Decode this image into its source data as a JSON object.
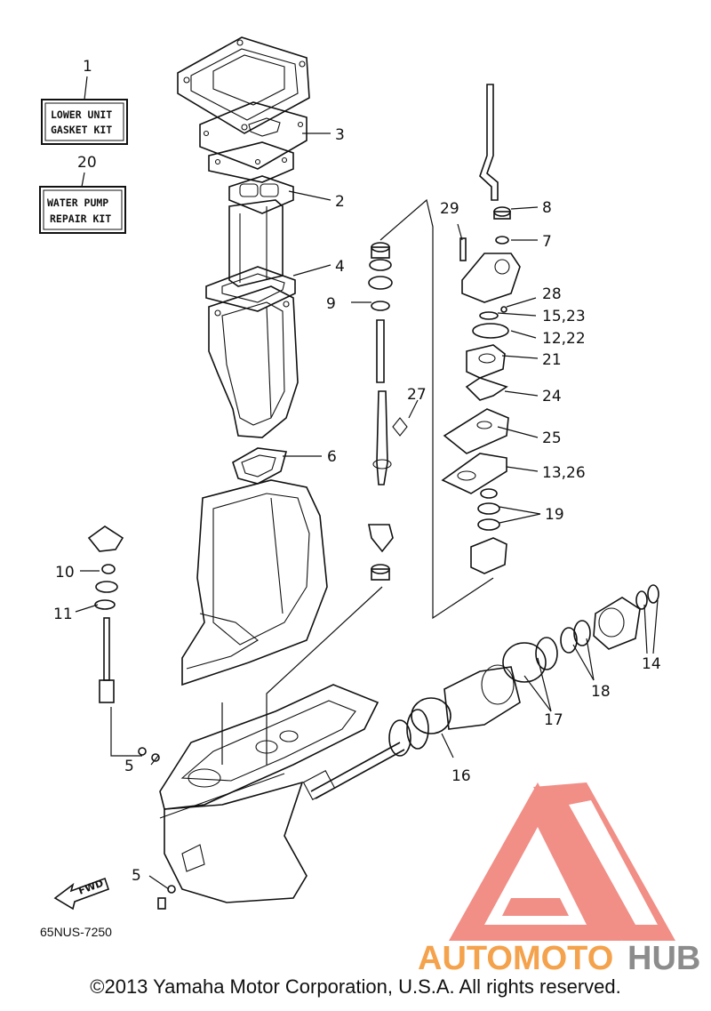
{
  "kits": {
    "lower_unit": {
      "number": "1",
      "line1": "LOWER UNIT",
      "line2": "GASKET KIT"
    },
    "water_pump": {
      "number": "20",
      "line1": "WATER PUMP",
      "line2": "REPAIR KIT"
    }
  },
  "callouts": [
    {
      "id": "3",
      "text": "3"
    },
    {
      "id": "2",
      "text": "2"
    },
    {
      "id": "4",
      "text": "4"
    },
    {
      "id": "6",
      "text": "6"
    },
    {
      "id": "29",
      "text": "29"
    },
    {
      "id": "8",
      "text": "8"
    },
    {
      "id": "7",
      "text": "7"
    },
    {
      "id": "9",
      "text": "9"
    },
    {
      "id": "28",
      "text": "28"
    },
    {
      "id": "15-23",
      "text": "15,23"
    },
    {
      "id": "12-22",
      "text": "12,22"
    },
    {
      "id": "21",
      "text": "21"
    },
    {
      "id": "27",
      "text": "27"
    },
    {
      "id": "24",
      "text": "24"
    },
    {
      "id": "25",
      "text": "25"
    },
    {
      "id": "13-26",
      "text": "13,26"
    },
    {
      "id": "19",
      "text": "19"
    },
    {
      "id": "10",
      "text": "10"
    },
    {
      "id": "11",
      "text": "11"
    },
    {
      "id": "14",
      "text": "14"
    },
    {
      "id": "18",
      "text": "18"
    },
    {
      "id": "17",
      "text": "17"
    },
    {
      "id": "16",
      "text": "16"
    },
    {
      "id": "5a",
      "text": "5"
    },
    {
      "id": "5b",
      "text": "5"
    }
  ],
  "fwd_label": "FWD",
  "diagram_code": "65NUS-7250",
  "watermark": {
    "part1": "AUTOMOTO",
    "part2": "HUB",
    "color1": "#f4a24b",
    "color2": "#8c8c8c",
    "logo_color": "#ef7b72"
  },
  "copyright": "©2013 Yamaha Motor Corporation, U.S.A. All rights reserved."
}
